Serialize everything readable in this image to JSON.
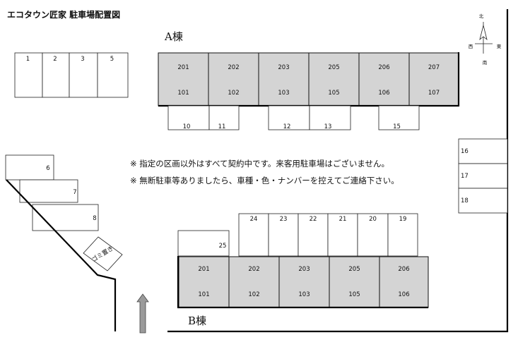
{
  "title": "エコタウン匠家 駐車場配置図",
  "buildings": {
    "a": {
      "name": "A棟",
      "units": [
        {
          "upper": "201",
          "lower": "101"
        },
        {
          "upper": "202",
          "lower": "102"
        },
        {
          "upper": "203",
          "lower": "103"
        },
        {
          "upper": "205",
          "lower": "105"
        },
        {
          "upper": "206",
          "lower": "106"
        },
        {
          "upper": "207",
          "lower": "107"
        }
      ]
    },
    "b": {
      "name": "B棟",
      "units": [
        {
          "upper": "201",
          "lower": "101"
        },
        {
          "upper": "202",
          "lower": "102"
        },
        {
          "upper": "203",
          "lower": "103"
        },
        {
          "upper": "205",
          "lower": "105"
        },
        {
          "upper": "206",
          "lower": "106"
        }
      ]
    }
  },
  "parking": {
    "top_left": [
      "1",
      "2",
      "3",
      "5"
    ],
    "under_a": [
      "10",
      "11",
      "12",
      "13",
      "15"
    ],
    "left_stair": [
      "6",
      "7",
      "8"
    ],
    "right_column": [
      "16",
      "17",
      "18"
    ],
    "above_b": [
      "24",
      "23",
      "22",
      "21",
      "20",
      "19"
    ],
    "b_left": "25"
  },
  "garbage": "ゴミ置き",
  "notes": [
    "※ 指定の区画以外はすべて契約中です。来客用駐車場はございません。",
    "※ 無断駐車等ありましたら、車種・色・ナンバーを控えてご連絡下さい。"
  ],
  "compass": {
    "north": "北",
    "west": "西",
    "east": "東",
    "south": "南"
  },
  "colors": {
    "unit_fill": "#d4d4d4",
    "line": "#111111",
    "arrow": "#9a9a9a"
  }
}
